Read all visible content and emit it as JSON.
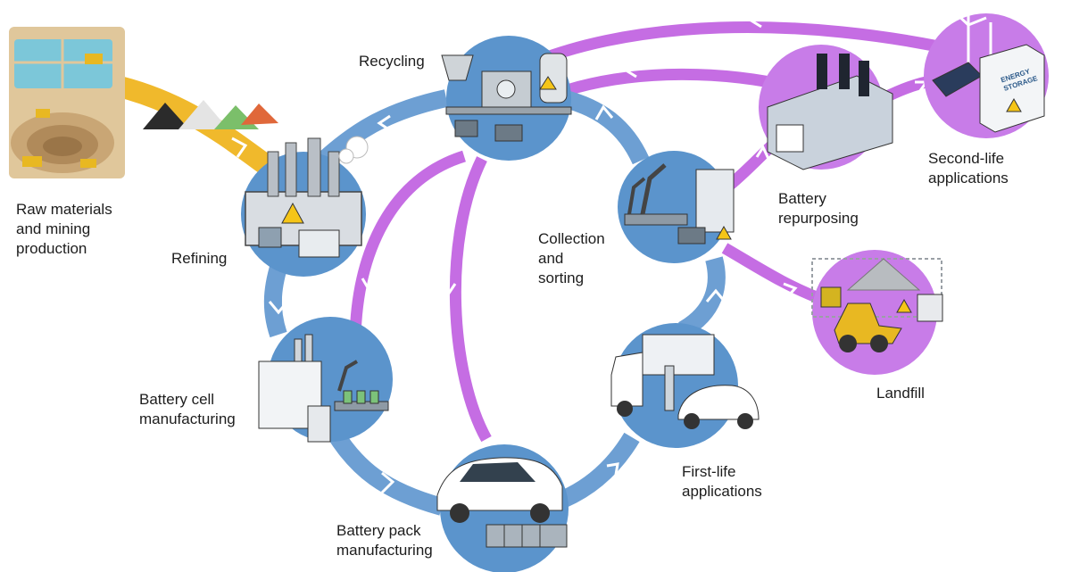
{
  "labels": {
    "raw_materials": "Raw materials\nand mining\nproduction",
    "refining": "Refining",
    "recycling": "Recycling",
    "collection_sorting": "Collection\nand\nsorting",
    "battery_repurposing": "Battery\nrepurposing",
    "second_life": "Second-life\napplications",
    "landfill": "Landfill",
    "first_life": "First-life\napplications",
    "battery_pack": "Battery pack\nmanufacturing",
    "battery_cell": "Battery cell\nmanufacturing",
    "energy_storage": "ENERGY\nSTORAGE"
  },
  "colors": {
    "blue_node": "#5b94cc",
    "blue_arrow": "#6d9fd3",
    "purple": "#c56de3",
    "purple_node": "#c87ce8",
    "yellow": "#f0b92c",
    "text": "#1d1d1d"
  },
  "icons": {
    "raw_materials": "mining-site-icon",
    "refining": "refinery-icon",
    "recycling": "recycling-plant-icon",
    "collection": "robotic-sorting-icon",
    "repurposing": "factory-icon",
    "second_life": "energy-storage-icon",
    "landfill": "landfill-icon",
    "first_life": "ev-truck-icon",
    "battery_pack": "electric-car-icon",
    "battery_cell": "cell-factory-icon"
  }
}
